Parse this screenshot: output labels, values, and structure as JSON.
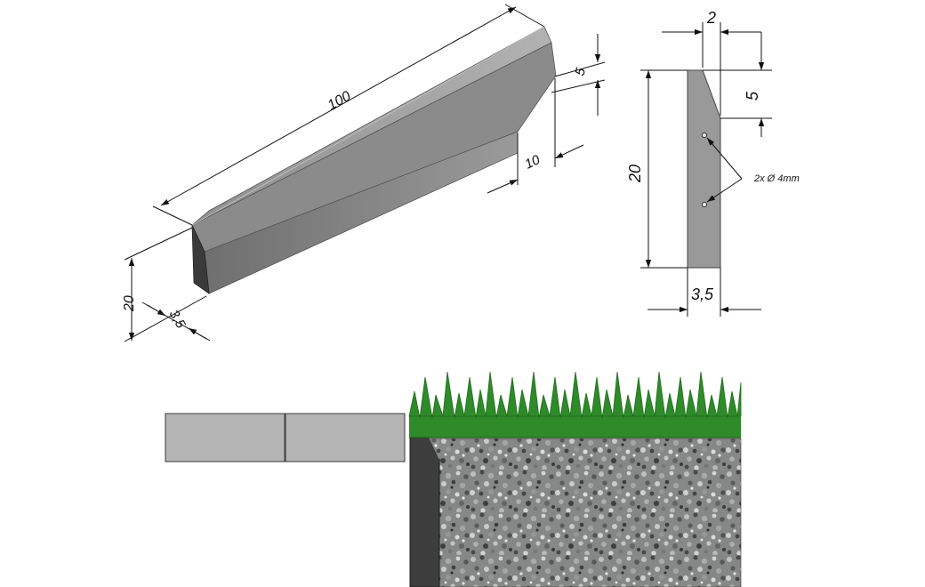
{
  "isometric_view": {
    "length_label": "100",
    "height_label": "20",
    "thickness_label": "3,5",
    "chamfer_height_label": "5",
    "chamfer_width_label": "10"
  },
  "side_view": {
    "top_width_label": "2",
    "chamfer_height_label": "5",
    "height_label": "20",
    "bottom_width_label": "3,5",
    "holes_label": "2x Ø 4mm"
  },
  "installation_view": {
    "paver_count": 2
  },
  "colors": {
    "stone_top": "#9c9c9c",
    "stone_front": "#7d7d7d",
    "stone_end": "#3a3a3a",
    "paver": "#b5b5b5",
    "grass": "#2f8a2a",
    "grass_dark": "#1f6b1b",
    "gravel_base": "#9a9a9a",
    "edge_dark": "#3d3d3d"
  }
}
